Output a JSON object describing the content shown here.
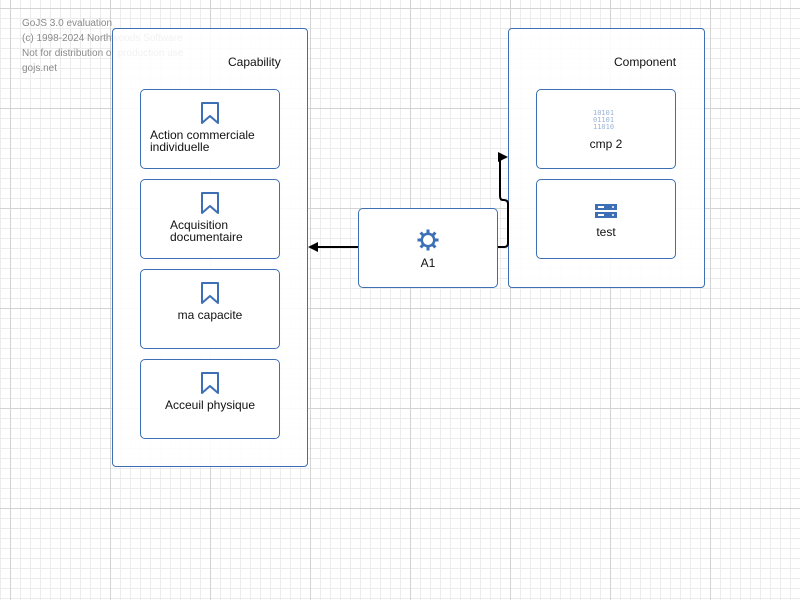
{
  "watermark": {
    "line1": "GoJS 3.0 evaluation",
    "line2": "(c) 1998-2024 Northwoods Software",
    "line3": "Not for distribution or production use",
    "line4": "gojs.net"
  },
  "colors": {
    "node_border": "#3d6fb4",
    "icon": "#3d6fb4",
    "link": "#000000"
  },
  "capability": {
    "title": "Capability",
    "items": [
      {
        "label": "Action commerciale individuelle",
        "icon": "bookmark-icon"
      },
      {
        "label": "Acquisition documentaire",
        "icon": "bookmark-icon"
      },
      {
        "label": "ma capacite",
        "icon": "bookmark-icon"
      },
      {
        "label": "Acceuil physique",
        "icon": "bookmark-icon"
      }
    ]
  },
  "component": {
    "title": "Component",
    "items": [
      {
        "label": "cmp 2",
        "icon": "binary-code-icon"
      },
      {
        "label": "test",
        "icon": "server-rack-icon"
      }
    ]
  },
  "application": {
    "label": "A1",
    "icon": "gear-icon"
  }
}
